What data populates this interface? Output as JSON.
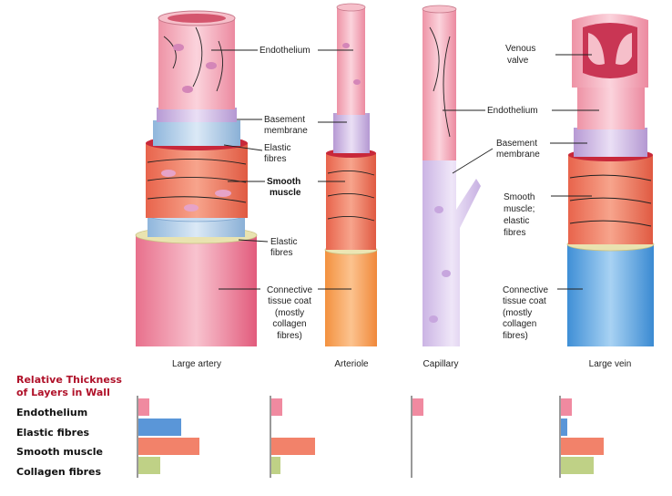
{
  "colors": {
    "endothelium": "#f08aa0",
    "elastic": "#5a96d8",
    "smooth_muscle": "#f2826a",
    "collagen": "#bfd186",
    "connective_artery": "#f2a6b8",
    "connective_arteriole": "#f6a25a",
    "connective_vein": "#6aaee6",
    "basement": "#cdb8e0",
    "capillary": "#dccbec",
    "legend_title": "#b0122a"
  },
  "vessels": [
    {
      "id": "large-artery",
      "name": "Large artery"
    },
    {
      "id": "arteriole",
      "name": "Arteriole"
    },
    {
      "id": "capillary",
      "name": "Capillary"
    },
    {
      "id": "large-vein",
      "name": "Large vein"
    }
  ],
  "labels": {
    "endothelium": "Endothelium",
    "basement_1": "Basement",
    "basement_2": "membrane",
    "elastic_1": "Elastic",
    "elastic_2": "fibres",
    "smooth_1": "Smooth",
    "smooth_2": "muscle",
    "elastic_b_1": "Elastic",
    "elastic_b_2": "fibres",
    "conn_1": "Connective",
    "conn_2": "tissue coat",
    "conn_3": "(mostly",
    "conn_4": "collagen",
    "conn_5": "fibres)",
    "endothelium_mid": "Endothelium",
    "basement_mid_1": "Basement",
    "basement_mid_2": "membrane",
    "valve_1": "Venous",
    "valve_2": "valve",
    "vsm_1": "Smooth",
    "vsm_2": "muscle;",
    "vsm_3": "elastic",
    "vsm_4": "fibres",
    "vconn_1": "Connective",
    "vconn_2": "tissue coat",
    "vconn_3": "(mostly",
    "vconn_4": "collagen",
    "vconn_5": "fibres)"
  },
  "legend": {
    "title_1": "Relative Thickness",
    "title_2": "of Layers in Wall",
    "rows": [
      "Endothelium",
      "Elastic fibres",
      "Smooth muscle",
      "Collagen fibres"
    ]
  },
  "chart_data": {
    "type": "bar",
    "title": "Relative Thickness of Layers in Wall",
    "categories": [
      "Endothelium",
      "Elastic fibres",
      "Smooth muscle",
      "Collagen fibres"
    ],
    "series": [
      {
        "name": "Large artery",
        "values": [
          12,
          47,
          67,
          24
        ]
      },
      {
        "name": "Arteriole",
        "values": [
          12,
          0,
          48,
          10
        ]
      },
      {
        "name": "Capillary",
        "values": [
          12,
          0,
          0,
          0
        ]
      },
      {
        "name": "Large vein",
        "values": [
          12,
          7,
          47,
          36
        ]
      }
    ],
    "orientation": "horizontal",
    "ylim": [
      0,
      70
    ]
  }
}
